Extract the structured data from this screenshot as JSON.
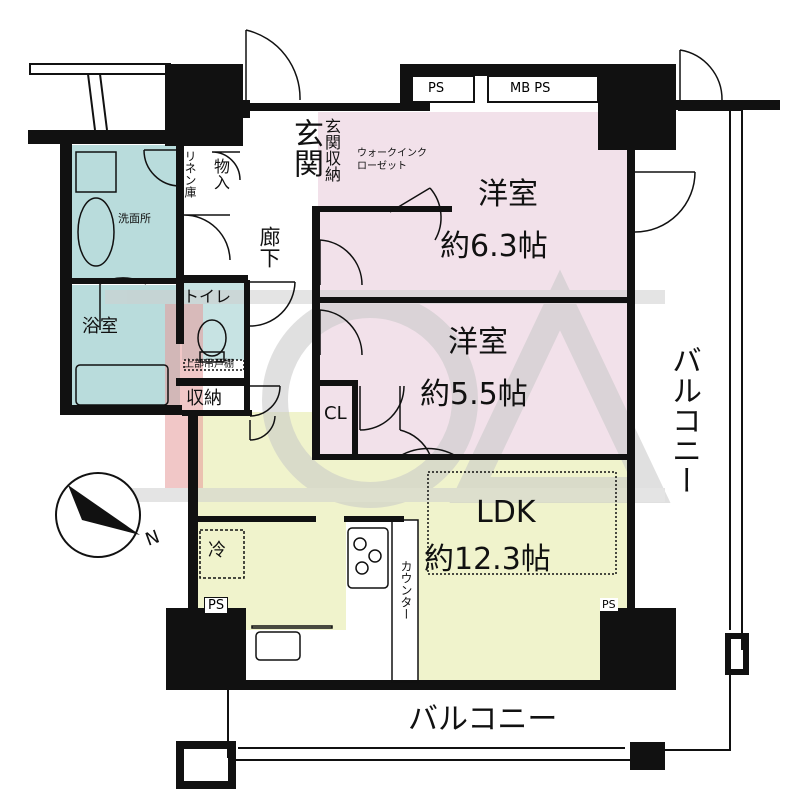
{
  "plan": {
    "genkan": "玄関",
    "genkan_storage": "玄関収納",
    "walkin": "ウォークインクローゼット",
    "storage": "物入",
    "linen": "リネン庫",
    "washroom": "洗面所",
    "hallway": "廊下",
    "toilet": "トイレ",
    "toilet_shelf": "上部吊戸棚",
    "bath": "浴室",
    "storage2": "収納",
    "cl": "CL",
    "room1_name": "洋室",
    "room1_size": "約6.3帖",
    "room2_name": "洋室",
    "room2_size": "約5.5帖",
    "ldk_name": "LDK",
    "ldk_size": "約12.3帖",
    "fridge": "冷",
    "counter": "カウンター",
    "balcony_side": "バルコニー",
    "balcony_bottom": "バルコニー",
    "ps1": "PS",
    "mbps": "MB PS",
    "ps_left": "PS",
    "ps_right": "PS",
    "north": "N"
  },
  "watermark": "ICA",
  "colors": {
    "wall": "#111111",
    "western_room": "#f2e1ea",
    "ldk": "#f0f3cc",
    "wet_area": "#b9dcdc",
    "watermark": "#d9d9d9",
    "watermark_accent": "#e06060"
  }
}
